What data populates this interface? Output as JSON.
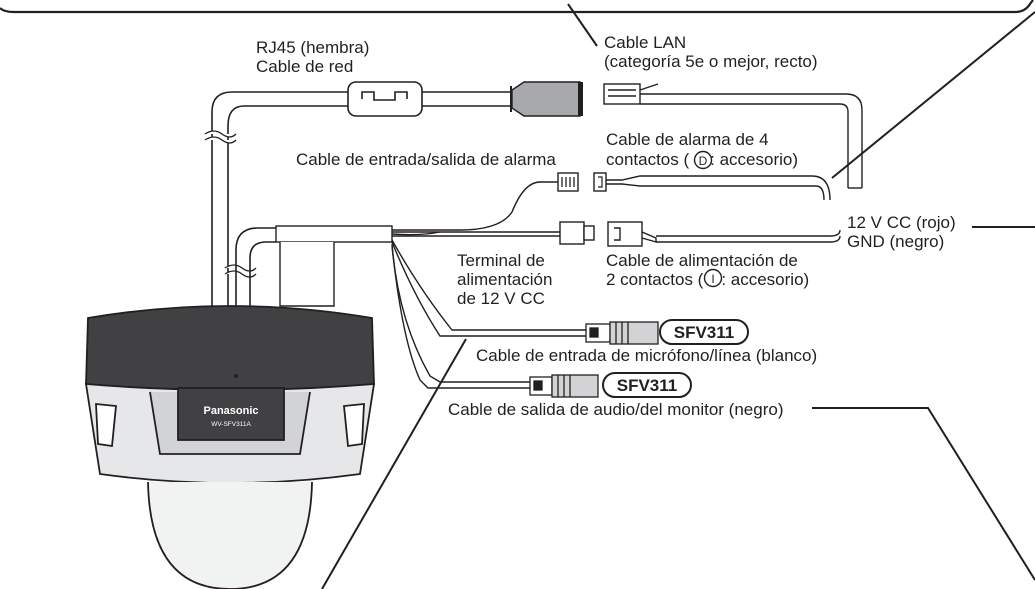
{
  "labels": {
    "rj45_line1": "RJ45 (hembra)",
    "rj45_line2": "Cable de red",
    "lan_line1": "Cable LAN",
    "lan_line2": "(categoría 5e o mejor, recto)",
    "alarm_io": "Cable de entrada/salida de alarma",
    "alarm4_line1": "Cable de alarma de 4",
    "alarm4_line2_pre": "contactos (",
    "alarm4_line2_post": ": accesorio)",
    "alarm4_badge": "D",
    "power_polarity_line1": "12 V CC (rojo)",
    "power_polarity_line2": "GND (negro)",
    "power_terminal_line1": "Terminal de",
    "power_terminal_line2": "alimentación",
    "power_terminal_line3": "de 12 V CC",
    "power2_line1": "Cable de alimentación de",
    "power2_line2_pre": "2 contactos (",
    "power2_line2_post": ": accesorio)",
    "power2_badge": "I",
    "mic_cable": "Cable de entrada de micrófono/línea (blanco)",
    "audio_out_cable": "Cable de salida de audio/del monitor (negro)",
    "model_badge_1": "SFV311",
    "model_badge_2": "SFV311"
  },
  "camera": {
    "brand": "Panasonic",
    "model": "WV-SFV311A"
  }
}
